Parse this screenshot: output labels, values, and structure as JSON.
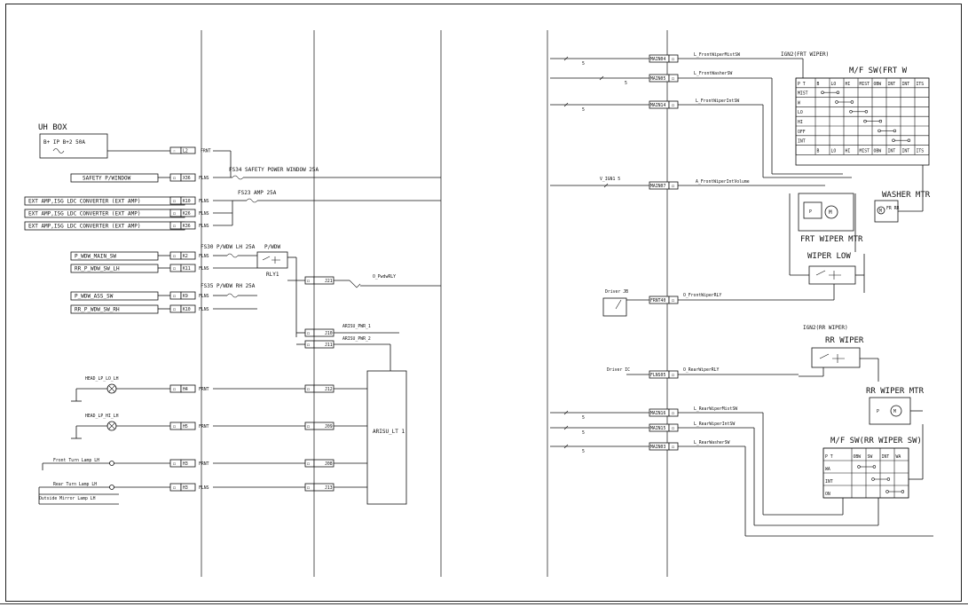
{
  "left": {
    "uh_box": {
      "title": "UH BOX",
      "source": "B+ IP B+2 50A"
    },
    "fuse_rows": [
      {
        "label": "SAFETY P/WINDOW",
        "connector": "X36",
        "suffix": "FLNS"
      },
      {
        "label": "EXT AMP,ISG LDC CONVERTER (EXT AMP)",
        "connector": "K10",
        "suffix": "FLNS"
      },
      {
        "label": "EXT AMP,ISG LDC CONVERTER (EXT AMP)",
        "connector": "K26",
        "suffix": "FLNS"
      },
      {
        "label": "EXT AMP,ISG LDC CONVERTER (EXT AMP)",
        "connector": "K36",
        "suffix": "FLNS"
      }
    ],
    "l2_connector": {
      "pin": "L2",
      "suffix": "FRNT"
    },
    "fuse_labels": {
      "fs34": "FS34 SAFETY POWER WINDOW 25A",
      "fs23": "FS23 AMP 25A",
      "fs30": "FS30 P/WDW LH 25A",
      "pwdw": "P/WDW",
      "fs35": "FS35 P/WDW RH 25A",
      "rly1": "RLY1"
    },
    "switch_rows": [
      {
        "label": "P_WDW_MAIN_SW",
        "connector": "K2",
        "suffix": "FLNS"
      },
      {
        "label": "RR_P_WDW_SW_LH",
        "connector": "K11",
        "suffix": "FLNS"
      },
      {
        "label": "P_WDW_ASS_SW",
        "connector": "K9",
        "suffix": "FLNS"
      },
      {
        "label": "RR_P_WDW_SW_RH",
        "connector": "K10",
        "suffix": "FLNS"
      }
    ],
    "j_connectors": {
      "j21": "J21",
      "j10": "J10",
      "j11": "J11",
      "j12": "J12",
      "j09": "J09",
      "j08": "J08",
      "j13": "J13"
    },
    "signals": {
      "o_pwdwrly": "O_PwdwRLY",
      "arisu_pwr_1": "ARISU_PWR_1",
      "arisu_pwr_2": "ARISU_PWR_2",
      "arisu_lt": "ARISU_LT 1"
    },
    "lamps": [
      {
        "label": "HEAD_LP_LO_LH",
        "connector": "H4",
        "suffix": "FRNT"
      },
      {
        "label": "HEAD_LP_HI_LH",
        "connector": "H5",
        "suffix": "FRNT"
      },
      {
        "label": "Front Turn Lamp  LH",
        "connector": "H3",
        "suffix": "FRNT"
      },
      {
        "label": "Rear Turn Lamp  LH",
        "connector": "H3",
        "suffix": "FLNS"
      }
    ],
    "outside_mirror": "Outside Mirror Lamp  LH"
  },
  "right": {
    "front_rows": [
      {
        "num": "5",
        "connector": "MAIN04",
        "signal": "L_FrontWiperMistSW"
      },
      {
        "num": "5",
        "connector": "MAIN05",
        "signal": "L_FrontWasherSW"
      },
      {
        "num": "5",
        "connector": "MAIN14",
        "signal": "L_FrontWiperIntSW"
      },
      {
        "num": "V_IGN1 5",
        "connector": "MAIN07",
        "signal": "A_FrontWiperIntVolume"
      }
    ],
    "ign2_frt": "IGN2(FRT WIPER)",
    "mf_frt": {
      "title": "M/F SW(FRT W",
      "header": [
        "P  T",
        "B",
        "LO",
        "HI",
        "MIST",
        "OBW",
        "INT",
        "INT",
        "ITS"
      ],
      "rows": [
        "MIST",
        "W",
        "LO",
        "HI",
        "OFF",
        "INT"
      ],
      "footer": [
        "B",
        "LO",
        "HI",
        "MIST",
        "OBW",
        "INT",
        "INT",
        "ITS"
      ]
    },
    "washer_mtr": "WASHER MTR",
    "washer_pins": "FR RR",
    "frt_wiper_mtr": "FRT WIPER MTR",
    "motor_letter": "M",
    "p_letter": "P",
    "wiper_low": "WIPER LOW",
    "driver_jb_1": "Driver JB",
    "frnt_conn": {
      "connector": "FRNT40",
      "signal": "O_FrontWiperRLY"
    },
    "ign2_rr": "IGN2(RR WIPER)",
    "rr_wiper": "RR WIPER",
    "driver_jb_2": "Driver IC",
    "flns_conn": {
      "connector": "FLNS05",
      "signal": "O_RearWiperRLY"
    },
    "rr_wiper_mtr": "RR WIPER MTR",
    "rear_rows": [
      {
        "num": "5",
        "connector": "MAIN16",
        "signal": "L_RearWiperMistSW"
      },
      {
        "num": "5",
        "connector": "MAIN15",
        "signal": "L_RearWiperIntSW"
      },
      {
        "num": "5",
        "connector": "MAIN03",
        "signal": "L_RearWasherSW"
      }
    ],
    "mf_rr": {
      "title": "M/F SW(RR WIPER SW)",
      "header": [
        "P  T",
        "OBW",
        "SW",
        "INT",
        "WA"
      ],
      "rows": [
        "WA",
        "INT",
        "ON"
      ]
    }
  }
}
